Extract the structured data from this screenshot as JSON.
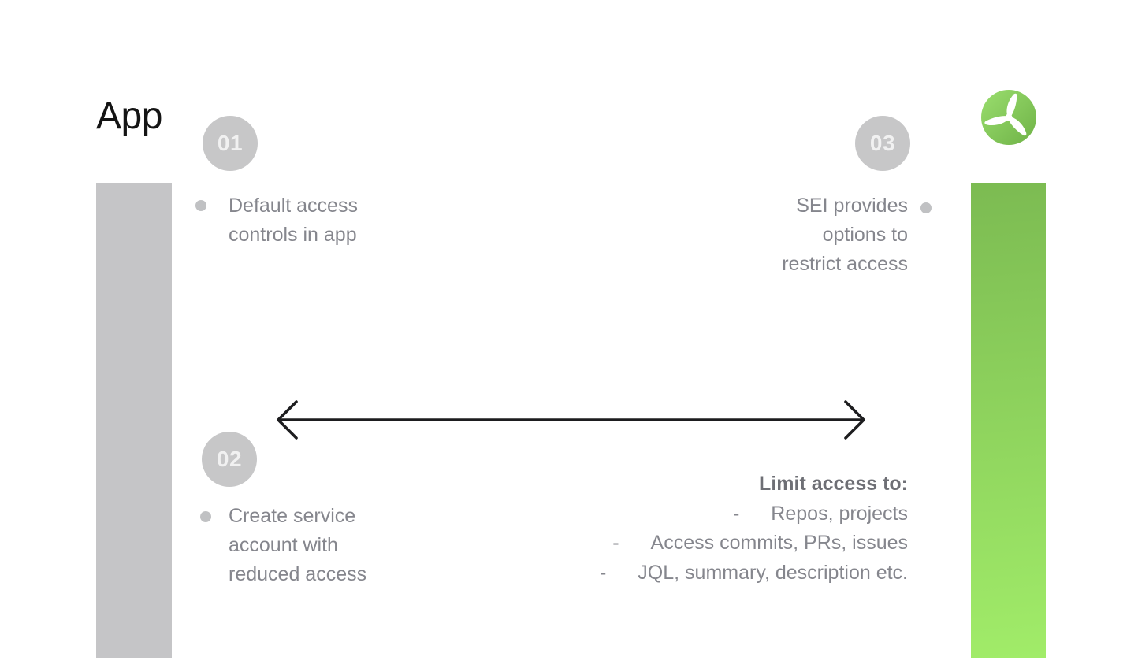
{
  "title": "App",
  "colors": {
    "title": "#141414",
    "text": "#85868d",
    "heading": "#6e6f75",
    "badge-bg": "#c7c7c8",
    "badge-text": "#f1f1f1",
    "bullet": "#c0c1c3",
    "bar-gray": "#c5c5c7",
    "green-top": "#7cbb52",
    "green-bottom": "#a1ec69",
    "logo-light": "#9ade6e",
    "logo-dark": "#6fb247",
    "arrow": "#1d1d1f"
  },
  "logo": {
    "icon": "propeller-icon"
  },
  "steps": [
    {
      "number": "01",
      "lines": [
        "Default access",
        "controls in app"
      ]
    },
    {
      "number": "02",
      "lines": [
        "Create service",
        "account with",
        "reduced access"
      ]
    },
    {
      "number": "03",
      "lines": [
        "SEI provides",
        "options to",
        "restrict access"
      ]
    }
  ],
  "limit": {
    "heading": "Limit access to:",
    "dash": "-",
    "items": [
      "Repos, projects",
      "Access commits, PRs, issues",
      "JQL, summary, description etc."
    ]
  }
}
